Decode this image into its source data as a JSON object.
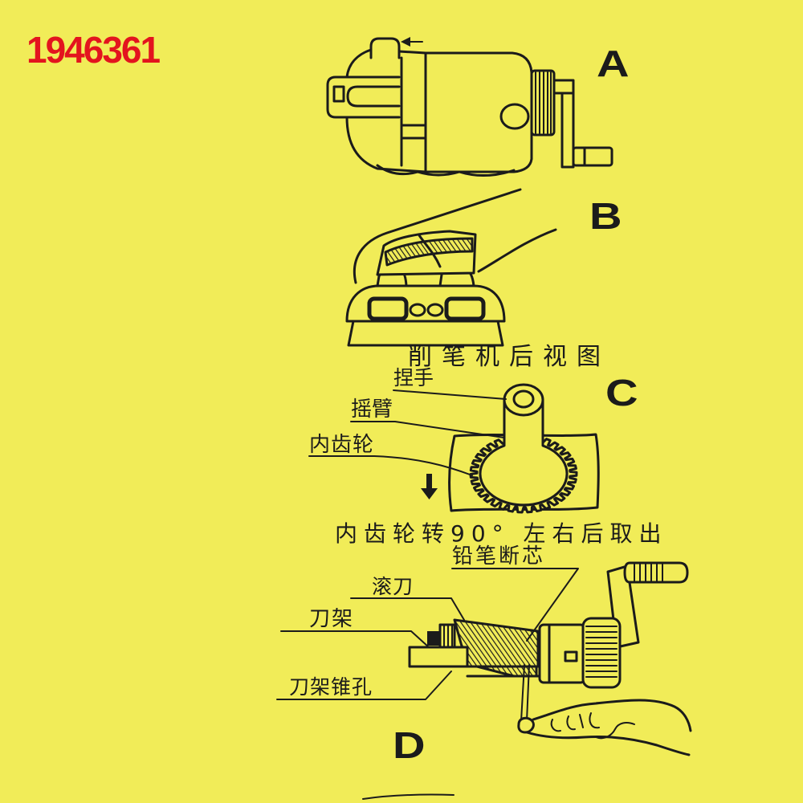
{
  "sheet": {
    "id_number": "1946361"
  },
  "colors": {
    "background": "#F1EC58",
    "ink": "#1B1B1B",
    "id_number": "#E3141E"
  },
  "icons": {
    "push_direction": "left-arrow-icon",
    "rotate_direction": "down-arrow-icon"
  },
  "figures": {
    "a": {
      "letter": "A"
    },
    "b": {
      "letter": "B",
      "caption": "削笔机后视图"
    },
    "c": {
      "letter": "C",
      "labels": {
        "knob": "捏手",
        "crank_arm": "摇臂",
        "inner_gear": "内齿轮"
      },
      "caption": "内齿轮转90° 左右后取出"
    },
    "d": {
      "letter": "D",
      "labels": {
        "broken_lead": "铅笔断芯",
        "roller_blade": "滚刀",
        "blade_holder": "刀架",
        "holder_cone_hole": "刀架锥孔"
      }
    }
  }
}
